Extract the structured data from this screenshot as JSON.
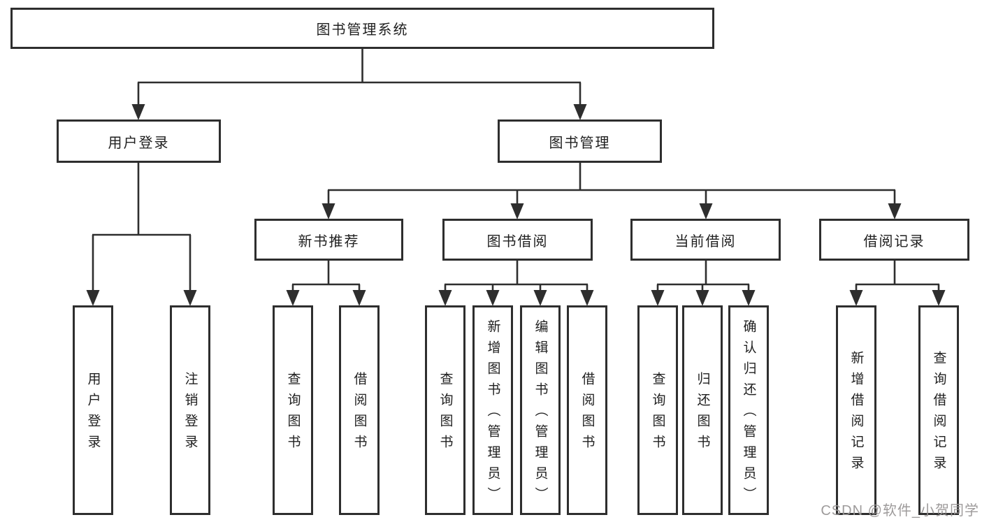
{
  "colors": {
    "line": "#2e2e2e",
    "text": "#1f1f1f",
    "watermark": "#999696"
  },
  "tree": {
    "root": {
      "label": "图书管理系统"
    },
    "branches": [
      {
        "label": "用户登录",
        "children": [
          {
            "label": "用户登录"
          },
          {
            "label": "注销登录"
          }
        ]
      },
      {
        "label": "图书管理",
        "children": [
          {
            "label": "新书推荐",
            "children": [
              {
                "label": "查询图书"
              },
              {
                "label": "借阅图书"
              }
            ]
          },
          {
            "label": "图书借阅",
            "children": [
              {
                "label": "查询图书"
              },
              {
                "label": "新增图书（管理员）"
              },
              {
                "label": "编辑图书（管理员）"
              },
              {
                "label": "借阅图书"
              }
            ]
          },
          {
            "label": "当前借阅",
            "children": [
              {
                "label": "查询图书"
              },
              {
                "label": "归还图书"
              },
              {
                "label": "确认归还（管理员）"
              }
            ]
          },
          {
            "label": "借阅记录",
            "children": [
              {
                "label": "新增借阅记录"
              },
              {
                "label": "查询借阅记录"
              }
            ]
          }
        ]
      }
    ]
  },
  "watermark": {
    "text": "CSDN @软件_小贺同学"
  }
}
